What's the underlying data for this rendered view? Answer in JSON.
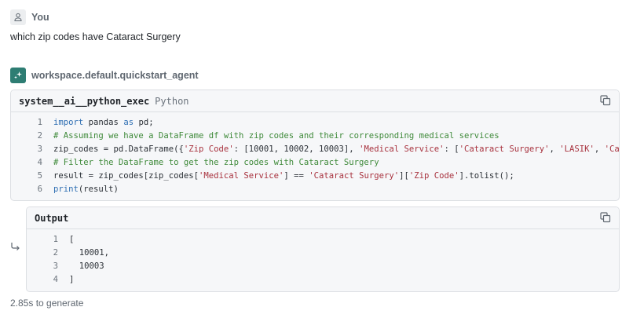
{
  "user_message": {
    "sender": "You",
    "avatar_icon": "user-icon",
    "text": "which zip codes have Cataract Surgery"
  },
  "agent_message": {
    "sender": "workspace.default.quickstart_agent",
    "avatar_icon": "sparkle-icon",
    "tool_call": {
      "name": "system__ai__python_exec",
      "language": "Python",
      "copy_icon": "copy-icon",
      "lines": [
        {
          "n": "1",
          "tokens": [
            {
              "t": "kw",
              "v": "import"
            },
            {
              "t": "tx",
              "v": " pandas "
            },
            {
              "t": "kw",
              "v": "as"
            },
            {
              "t": "tx",
              "v": " pd;"
            }
          ]
        },
        {
          "n": "2",
          "tokens": [
            {
              "t": "cm",
              "v": "# Assuming we have a DataFrame df with zip codes and their corresponding medical services"
            }
          ]
        },
        {
          "n": "3",
          "tokens": [
            {
              "t": "tx",
              "v": "zip_codes = pd.DataFrame({"
            },
            {
              "t": "str",
              "v": "'Zip Code'"
            },
            {
              "t": "tx",
              "v": ": [10001, 10002, 10003], "
            },
            {
              "t": "str",
              "v": "'Medical Service'"
            },
            {
              "t": "tx",
              "v": ": ["
            },
            {
              "t": "str",
              "v": "'Cataract Surgery'"
            },
            {
              "t": "tx",
              "v": ", "
            },
            {
              "t": "str",
              "v": "'LASIK'"
            },
            {
              "t": "tx",
              "v": ", "
            },
            {
              "t": "str",
              "v": "'Cataract Surgery'"
            },
            {
              "t": "tx",
              "v": "]})"
            }
          ]
        },
        {
          "n": "4",
          "tokens": [
            {
              "t": "cm",
              "v": "# Filter the DataFrame to get the zip codes with Cataract Surgery"
            }
          ]
        },
        {
          "n": "5",
          "tokens": [
            {
              "t": "tx",
              "v": "result = zip_codes[zip_codes["
            },
            {
              "t": "str",
              "v": "'Medical Service'"
            },
            {
              "t": "tx",
              "v": "] == "
            },
            {
              "t": "str",
              "v": "'Cataract Surgery'"
            },
            {
              "t": "tx",
              "v": "]["
            },
            {
              "t": "str",
              "v": "'Zip Code'"
            },
            {
              "t": "tx",
              "v": "].tolist();"
            }
          ]
        },
        {
          "n": "6",
          "tokens": [
            {
              "t": "kw",
              "v": "print"
            },
            {
              "t": "tx",
              "v": "(result)"
            }
          ]
        }
      ]
    },
    "output": {
      "arrow_icon": "return-arrow-icon",
      "title": "Output",
      "copy_icon": "copy-icon",
      "lines": [
        {
          "n": "1",
          "tokens": [
            {
              "t": "tx",
              "v": "["
            }
          ]
        },
        {
          "n": "2",
          "tokens": [
            {
              "t": "tx",
              "v": "  10001,"
            }
          ]
        },
        {
          "n": "3",
          "tokens": [
            {
              "t": "tx",
              "v": "  10003"
            }
          ]
        },
        {
          "n": "4",
          "tokens": [
            {
              "t": "tx",
              "v": "]"
            }
          ]
        }
      ]
    },
    "generation_time": "2.85s to generate"
  }
}
